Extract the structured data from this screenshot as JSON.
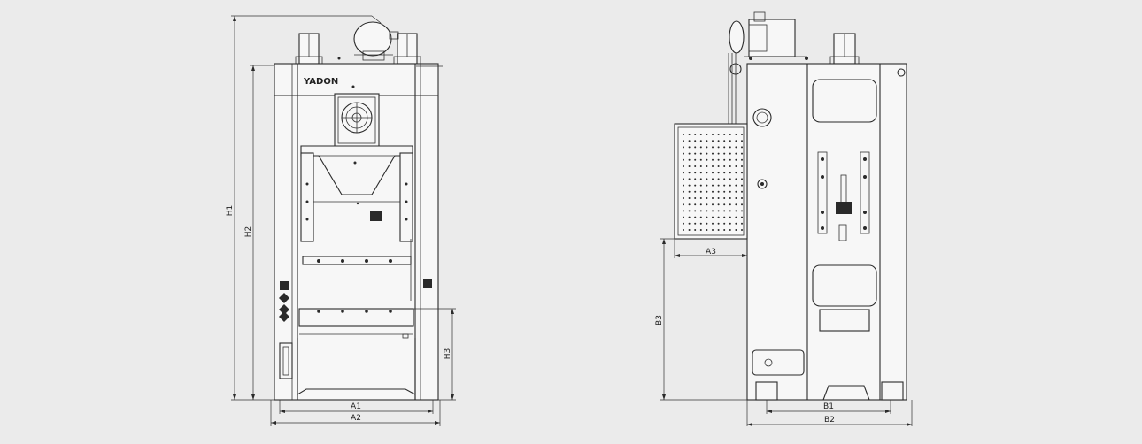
{
  "brand": "YADON",
  "dimensions": {
    "h1": "H1",
    "h2": "H2",
    "h3": "H3",
    "a1": "A1",
    "a2": "A2",
    "a3": "A3",
    "b1": "B1",
    "b2": "B2",
    "b3": "B3"
  }
}
